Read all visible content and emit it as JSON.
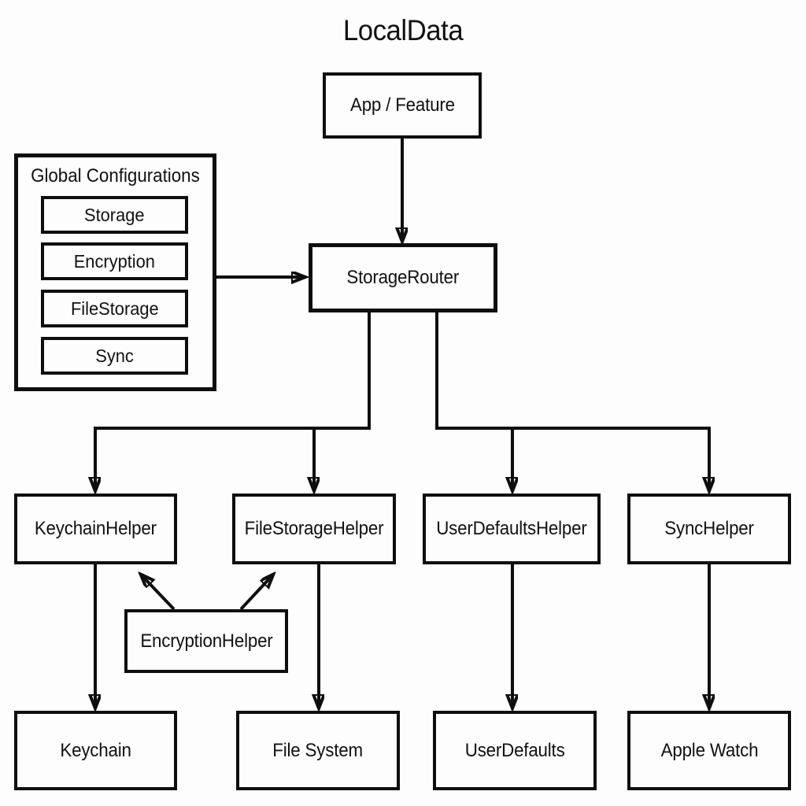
{
  "title": "LocalData",
  "colors": {
    "ink": "#0e0e0e",
    "background": "#fdfdfd"
  },
  "nodes": {
    "app_feature": {
      "label": "App / Feature"
    },
    "storage_router": {
      "label": "StorageRouter"
    },
    "global_configurations": {
      "label": "Global Configurations",
      "items": [
        {
          "label": "Storage"
        },
        {
          "label": "Encryption"
        },
        {
          "label": "FileStorage"
        },
        {
          "label": "Sync"
        }
      ]
    },
    "keychain_helper": {
      "label": "KeychainHelper"
    },
    "file_storage_helper": {
      "label": "FileStorageHelper"
    },
    "user_defaults_helper": {
      "label": "UserDefaultsHelper"
    },
    "sync_helper": {
      "label": "SyncHelper"
    },
    "encryption_helper": {
      "label": "EncryptionHelper"
    },
    "keychain": {
      "label": "Keychain"
    },
    "file_system": {
      "label": "File System"
    },
    "user_defaults": {
      "label": "UserDefaults"
    },
    "apple_watch": {
      "label": "Apple Watch"
    }
  },
  "edges": [
    {
      "from": "App / Feature",
      "to": "StorageRouter"
    },
    {
      "from": "Global Configurations",
      "to": "StorageRouter"
    },
    {
      "from": "StorageRouter",
      "to": "KeychainHelper"
    },
    {
      "from": "StorageRouter",
      "to": "FileStorageHelper"
    },
    {
      "from": "StorageRouter",
      "to": "UserDefaultsHelper"
    },
    {
      "from": "StorageRouter",
      "to": "SyncHelper"
    },
    {
      "from": "EncryptionHelper",
      "to": "KeychainHelper"
    },
    {
      "from": "EncryptionHelper",
      "to": "FileStorageHelper"
    },
    {
      "from": "KeychainHelper",
      "to": "Keychain"
    },
    {
      "from": "FileStorageHelper",
      "to": "File System"
    },
    {
      "from": "UserDefaultsHelper",
      "to": "UserDefaults"
    },
    {
      "from": "SyncHelper",
      "to": "Apple Watch"
    }
  ]
}
